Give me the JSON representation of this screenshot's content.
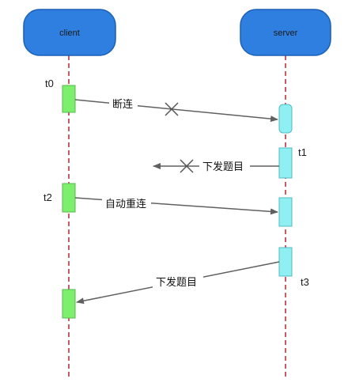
{
  "actors": {
    "client": "client",
    "server": "server"
  },
  "times": {
    "t0": "t0",
    "t1": "t1",
    "t2": "t2",
    "t3": "t3"
  },
  "messages": {
    "disconnect": "断连",
    "push_question_1": "下发题目",
    "auto_reconnect": "自动重连",
    "push_question_2": "下发题目"
  },
  "colors": {
    "actor_fill": "#2f7fe0",
    "actor_stroke": "#1c5fb5",
    "lifeline": "#b3282d",
    "client_activation": "#7cf06c",
    "server_activation": "#8ff0f4",
    "arrow": "#606060",
    "fail_mark": "#555555"
  }
}
